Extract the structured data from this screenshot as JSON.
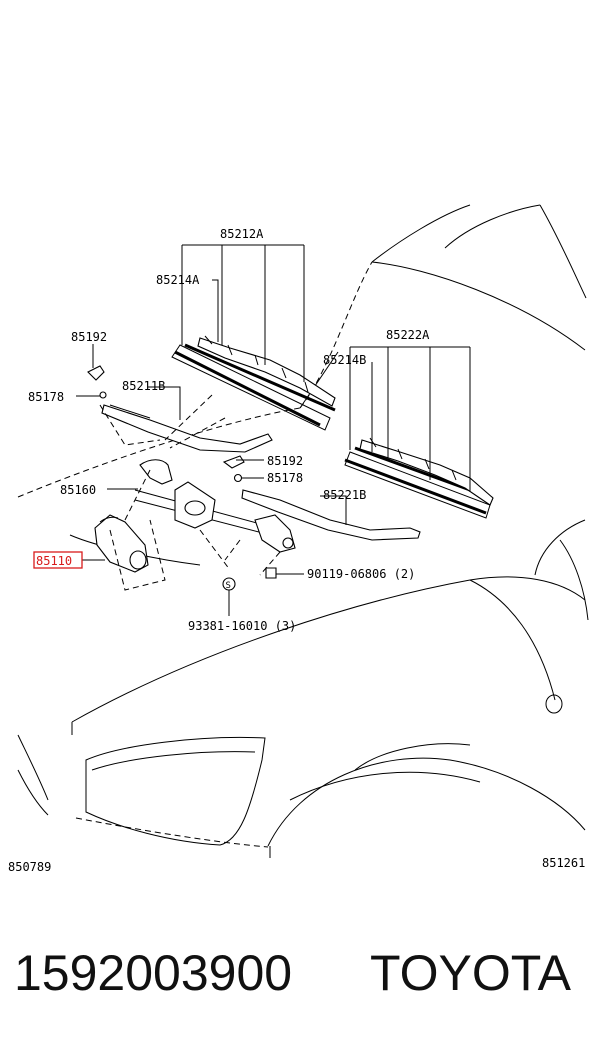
{
  "labels": {
    "l85212A": "85212A",
    "l85214A": "85214A",
    "l85192a": "85192",
    "l85178a": "85178",
    "l85211B": "85211B",
    "l85192b": "85192",
    "l85178b": "85178",
    "l85160": "85160",
    "l85221B": "85221B",
    "l85110": "85110",
    "l90119": "90119-06806 (2)",
    "l93381": "93381-16010 (3)",
    "l85222A": "85222A",
    "l85214B": "85214B",
    "lS": "S"
  },
  "corner_left": "850789",
  "corner_right": "851261",
  "part_number": "1592003900",
  "brand": "TOYOTA",
  "highlight_color": "#d81b1b"
}
